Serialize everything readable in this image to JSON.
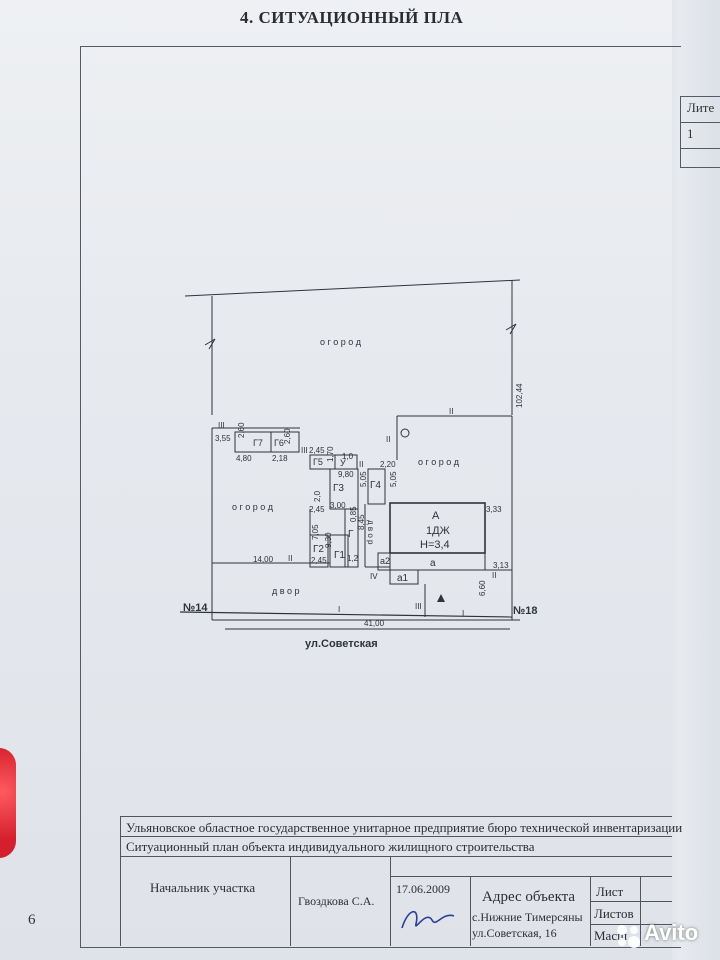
{
  "header": {
    "title": "4. СИТУАЦИОННЫЙ ПЛА"
  },
  "side_table": {
    "head": "Лите",
    "value": "1"
  },
  "page_number": "6",
  "plan": {
    "ogorod_top": "о г о р о д",
    "ogorod_right": "о г о р о д",
    "ogorod_left": "о г о р о д",
    "dvor_front": "д в о р",
    "dvor_mid": "д в о р",
    "house_label": "А",
    "house_type": "1ДЖ",
    "house_height": "Н=3,4",
    "lit_a": "а",
    "lit_a1": "а1",
    "lit_a2": "а2",
    "g": "Г",
    "g1": "Г1",
    "g2": "Г2",
    "g3": "Г3",
    "g4": "Г4",
    "g5": "Г5",
    "g6": "Г6",
    "g7": "Г7",
    "u": "У",
    "no14": "№14",
    "no18": "№18",
    "street": "ул.Советская",
    "dims": {
      "d_3_55": "3,55",
      "d_2_60a": "2,60",
      "d_2_60b": "2,60",
      "d_4_80": "4,80",
      "d_2_18": "2,18",
      "d_2_45a": "2,45",
      "d_1_70": "1,70",
      "d_1_0": "1,0",
      "d_9_80": "9,80",
      "d_2_20": "2,20",
      "d_5_05a": "5,05",
      "d_5_05b": "5,05",
      "d_2_0": "2,0",
      "d_2_45b": "2,45",
      "d_3_00": "3,00",
      "d_0_85": "0,85",
      "d_7_05": "7,05",
      "d_9_30": "9,30",
      "d_8_45": "8,45",
      "d_2_45c": "2,45",
      "d_1_2": "1,2",
      "d_14_00": "14,00",
      "d_3_33": "3,33",
      "d_3_13": "3,13",
      "d_6_60": "6,60",
      "d_41_00": "41,00",
      "d_102_44": "102,44"
    },
    "marks": {
      "III_a": "III",
      "III_b": "III",
      "III_c": "III",
      "II_a": "II",
      "II_b": "II",
      "II_c": "II",
      "II_d": "II",
      "II_e": "II",
      "IV": "IV",
      "I_a": "I",
      "I_b": "I"
    }
  },
  "stamp": {
    "org": "Ульяновское областное государственное унитарное предприятие бюро технической инвентаризации",
    "doc_title": "Ситуационный план объекта индивидуального жилищного строительства",
    "role": "Начальник участка",
    "person": "Гвоздкова С.А.",
    "date": "17.06.2009",
    "address_label": "Адрес объекта",
    "address_line1": "с.Нижние Тимерсяны",
    "address_line2": "ул.Советская, 16",
    "sheet": "Лист",
    "sheets": "Листов",
    "scale": "Масш"
  },
  "watermark": "Avito"
}
